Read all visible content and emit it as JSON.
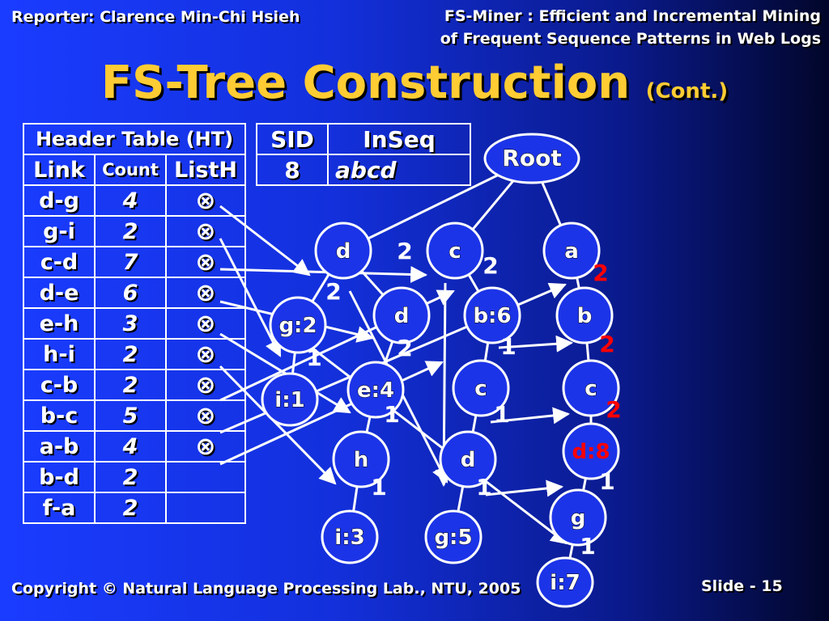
{
  "reporter": "Reporter: Clarence Min-Chi Hsieh",
  "paper_title": [
    "FS-Miner : Efficient and Incremental Mining",
    "of Frequent Sequence Patterns in Web Logs"
  ],
  "title": "FS-Tree Construction",
  "title_sub": "(Cont.)",
  "header_table": {
    "caption": "Header Table (HT)",
    "columns": [
      "Link",
      "Count",
      "ListH"
    ],
    "rows": [
      {
        "link": "d-g",
        "count": "4",
        "listh": "⊗"
      },
      {
        "link": "g-i",
        "count": "2",
        "listh": "⊗"
      },
      {
        "link": "c-d",
        "count": "7",
        "listh": "⊗"
      },
      {
        "link": "d-e",
        "count": "6",
        "listh": "⊗"
      },
      {
        "link": "e-h",
        "count": "3",
        "listh": "⊗"
      },
      {
        "link": "h-i",
        "count": "2",
        "listh": "⊗"
      },
      {
        "link": "c-b",
        "count": "2",
        "listh": "⊗"
      },
      {
        "link": "b-c",
        "count": "5",
        "listh": "⊗"
      },
      {
        "link": "a-b",
        "count": "4",
        "listh": "⊗"
      },
      {
        "link": "b-d",
        "count": "2",
        "listh": ""
      },
      {
        "link": "f-a",
        "count": "2",
        "listh": ""
      }
    ]
  },
  "sequence_table": {
    "columns": [
      "SID",
      "InSeq"
    ],
    "rows": [
      {
        "sid": "8",
        "inseq": "abcd"
      }
    ]
  },
  "tree": {
    "nodes": [
      {
        "id": "root",
        "label": "Root"
      },
      {
        "id": "d1",
        "label": "d"
      },
      {
        "id": "c1",
        "label": "c"
      },
      {
        "id": "a1",
        "label": "a"
      },
      {
        "id": "g2",
        "label": "g:2"
      },
      {
        "id": "d2",
        "label": "d"
      },
      {
        "id": "b6",
        "label": "b:6"
      },
      {
        "id": "b1",
        "label": "b"
      },
      {
        "id": "i1",
        "label": "i:1"
      },
      {
        "id": "e4",
        "label": "e:4"
      },
      {
        "id": "c2",
        "label": "c"
      },
      {
        "id": "c3",
        "label": "c"
      },
      {
        "id": "h1",
        "label": "h"
      },
      {
        "id": "d3",
        "label": "d"
      },
      {
        "id": "d8",
        "label": "d:8"
      },
      {
        "id": "i3",
        "label": "i:3"
      },
      {
        "id": "g5",
        "label": "g:5"
      },
      {
        "id": "g1",
        "label": "g"
      },
      {
        "id": "i7",
        "label": "i:7"
      }
    ],
    "edge_labels": [
      {
        "id": "l-d1-c1",
        "text": "2",
        "color": "#ffffff"
      },
      {
        "id": "l-c1-b6",
        "text": "2",
        "color": "#ffffff"
      },
      {
        "id": "l-a-b",
        "text": "2",
        "color": "#ff0000"
      },
      {
        "id": "l-d1-g2",
        "text": "2",
        "color": "#ffffff"
      },
      {
        "id": "l-d2-e4",
        "text": "2",
        "color": "#ffffff"
      },
      {
        "id": "l-b6-c2",
        "text": "1",
        "color": "#ffffff"
      },
      {
        "id": "l-b-c",
        "text": "2",
        "color": "#ff0000"
      },
      {
        "id": "l-g2-i1",
        "text": "1",
        "color": "#ffffff"
      },
      {
        "id": "l-e4-h",
        "text": "1",
        "color": "#ffffff"
      },
      {
        "id": "l-c2-d3",
        "text": "1",
        "color": "#ffffff"
      },
      {
        "id": "l-c-d8",
        "text": "2",
        "color": "#ff0000"
      },
      {
        "id": "l-h-i3",
        "text": "1",
        "color": "#ffffff"
      },
      {
        "id": "l-d3-g5",
        "text": "1",
        "color": "#ffffff"
      },
      {
        "id": "l-d8-g",
        "text": "1",
        "color": "#ffffff"
      },
      {
        "id": "l-g-i7",
        "text": "1",
        "color": "#ffffff"
      }
    ],
    "highlight_color": "#ff0000"
  },
  "copyright": "Copyright © Natural Language Processing Lab., NTU,  2005",
  "slide_number": "Slide - 15"
}
